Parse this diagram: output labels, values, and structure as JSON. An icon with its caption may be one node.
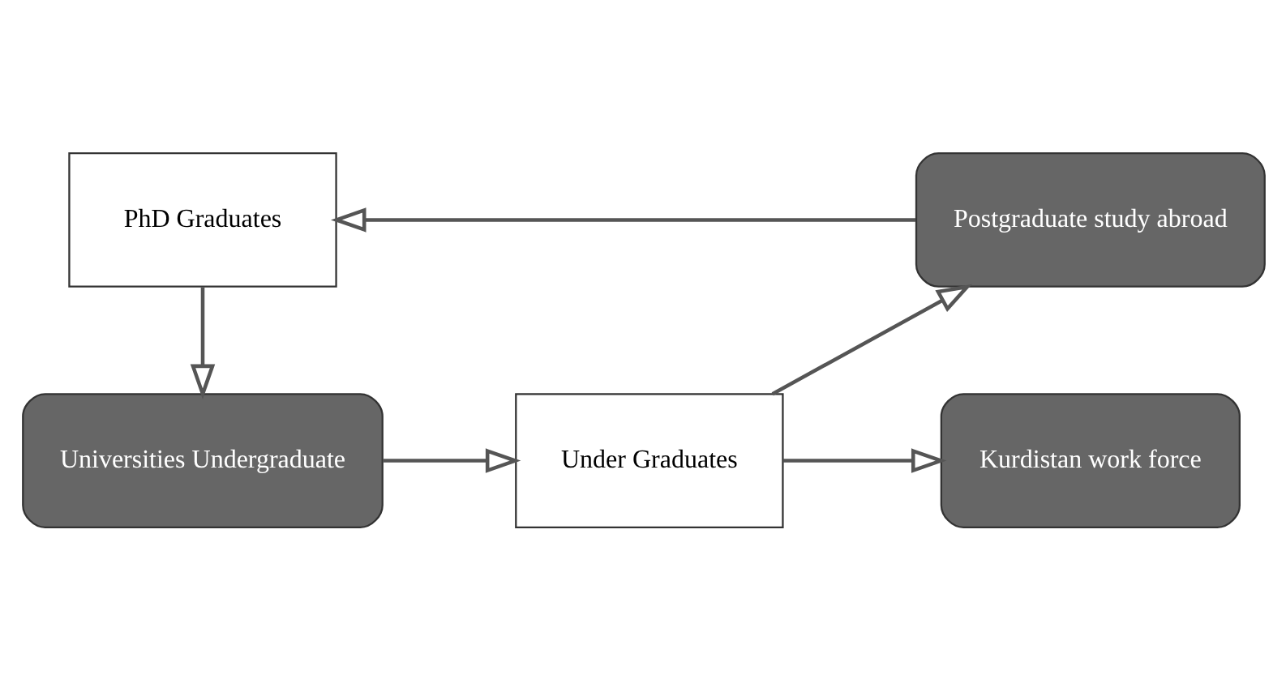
{
  "diagram": {
    "nodes": [
      {
        "text": [
          "Universities Undergraduate"
        ]
      },
      {
        "text": [
          "Under Graduates"
        ]
      },
      {
        "text": [
          "Kurdistan work force"
        ]
      },
      {
        "text": [
          "Postgraduate study abroad"
        ]
      },
      {
        "text": [
          "PhD Graduates"
        ]
      }
    ],
    "edges": [
      {
        "from": 0,
        "to": 1,
        "arrow": "to"
      },
      {
        "from": 1,
        "to": 2,
        "arrow": "to"
      },
      {
        "from": 1,
        "to": 3,
        "arrow": "to"
      },
      {
        "from": 3,
        "to": 4,
        "arrow": "to"
      },
      {
        "from": 4,
        "to": 0,
        "arrow": "to"
      }
    ]
  }
}
